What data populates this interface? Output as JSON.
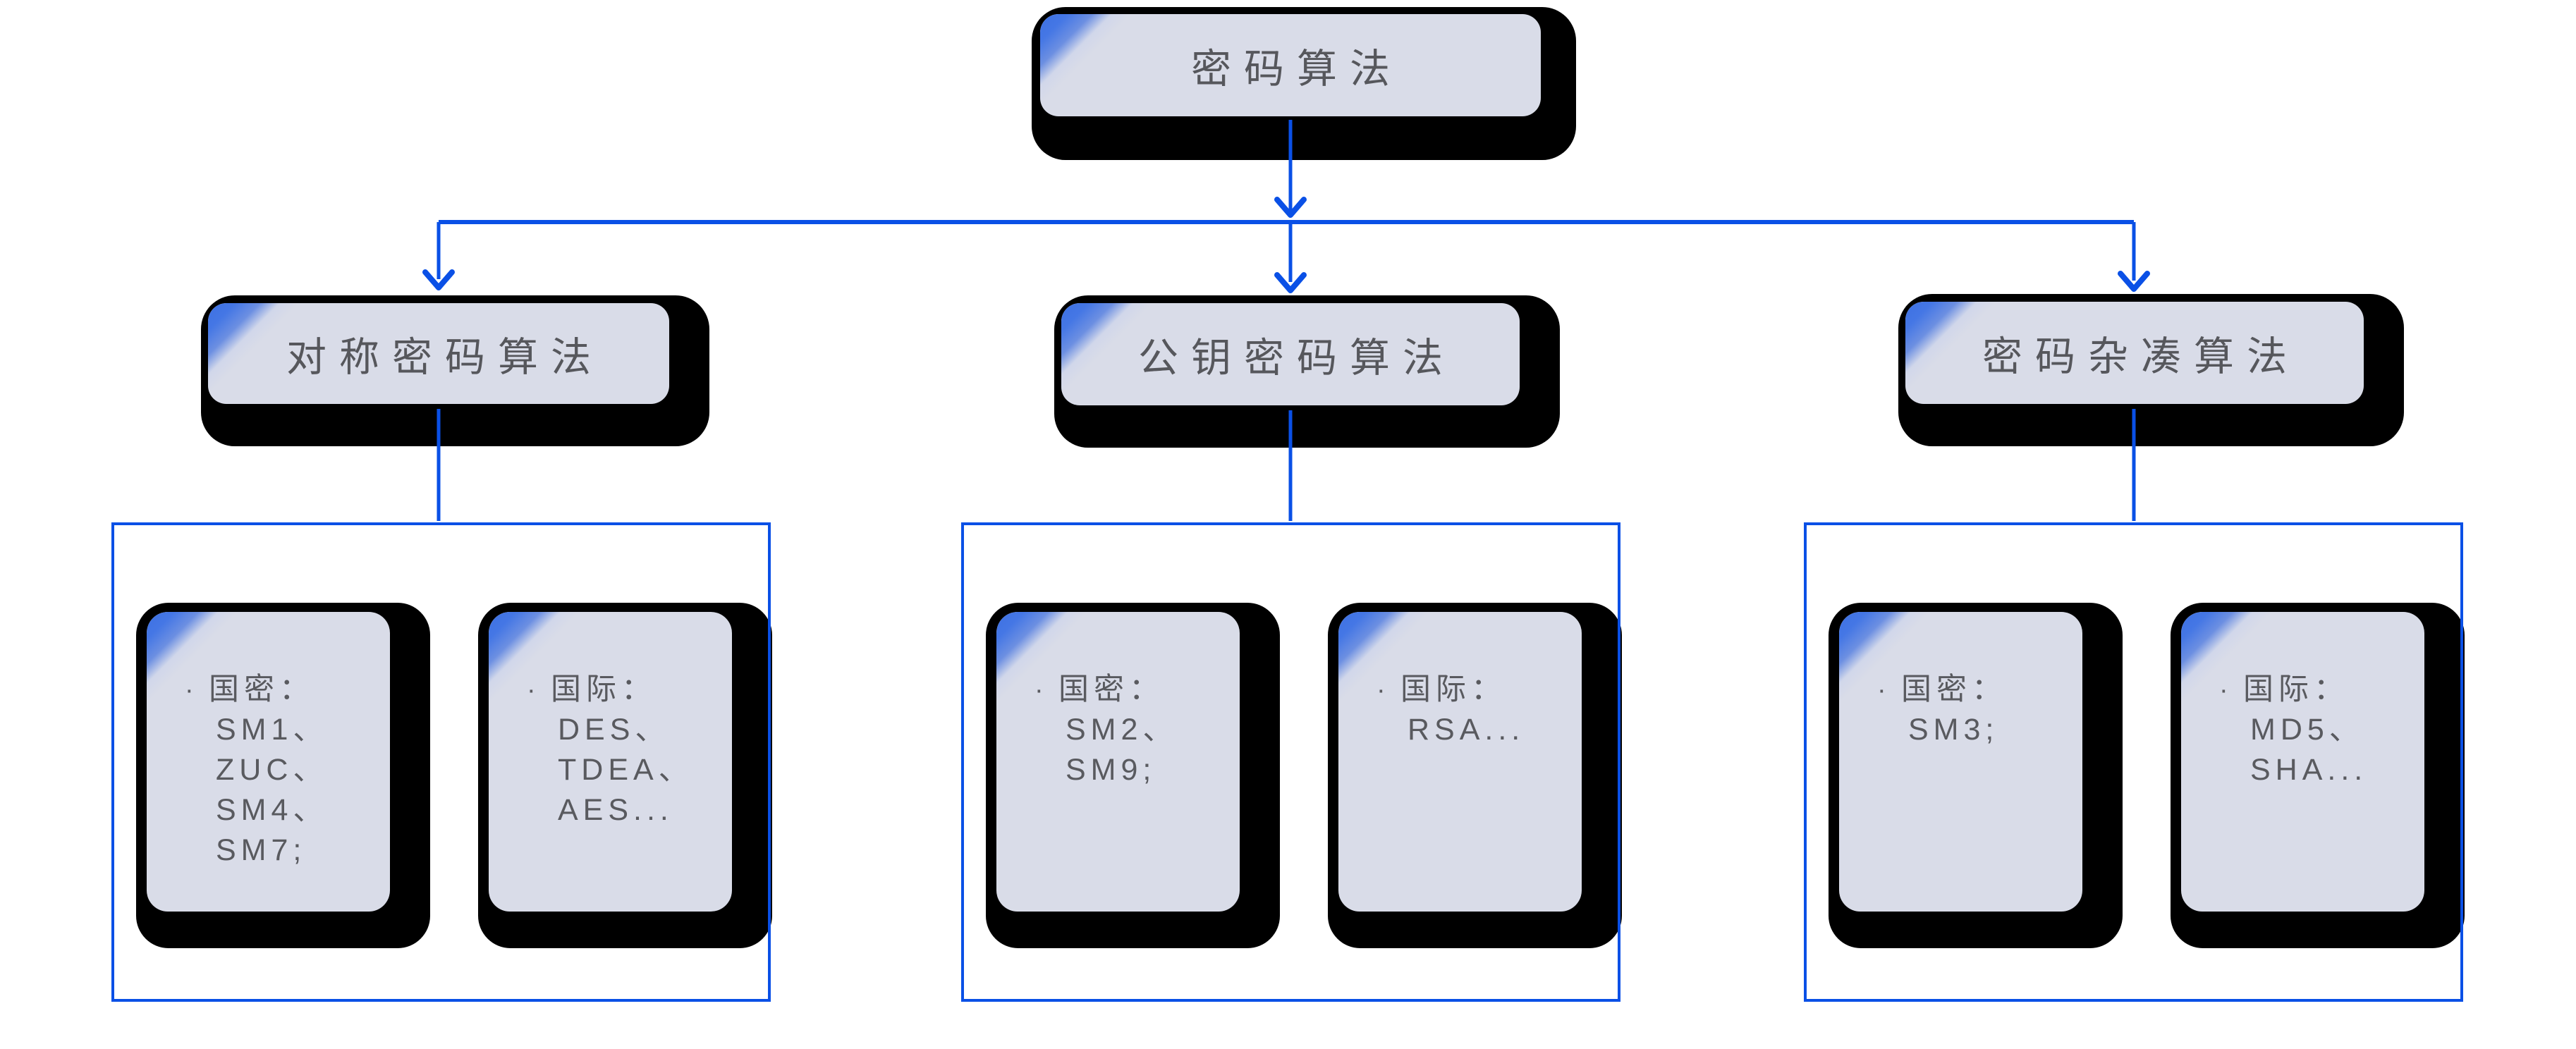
{
  "ui": {
    "bullet": "·",
    "colors": {
      "connector_blue": "#0a50e6",
      "card_fill": "#d9dce8",
      "corner_wedge_blue": "#3c70e3",
      "card_shadow": "#000000",
      "text_grey": "#56575c"
    }
  },
  "root": {
    "label": "密码算法"
  },
  "columns": [
    {
      "header": "对称密码算法",
      "cards": [
        {
          "lines": [
            "国密：",
            "SM1、",
            "ZUC、",
            "SM4、",
            "SM7;"
          ]
        },
        {
          "lines": [
            "国际：",
            "DES、",
            "TDEA、",
            "AES..."
          ]
        }
      ]
    },
    {
      "header": "公钥密码算法",
      "cards": [
        {
          "lines": [
            "国密：",
            "SM2、",
            "SM9;"
          ]
        },
        {
          "lines": [
            "国际：",
            "RSA..."
          ]
        }
      ]
    },
    {
      "header": "密码杂凑算法",
      "cards": [
        {
          "lines": [
            "国密：",
            "SM3;"
          ]
        },
        {
          "lines": [
            "国际：",
            "MD5、",
            "SHA..."
          ]
        }
      ]
    }
  ]
}
